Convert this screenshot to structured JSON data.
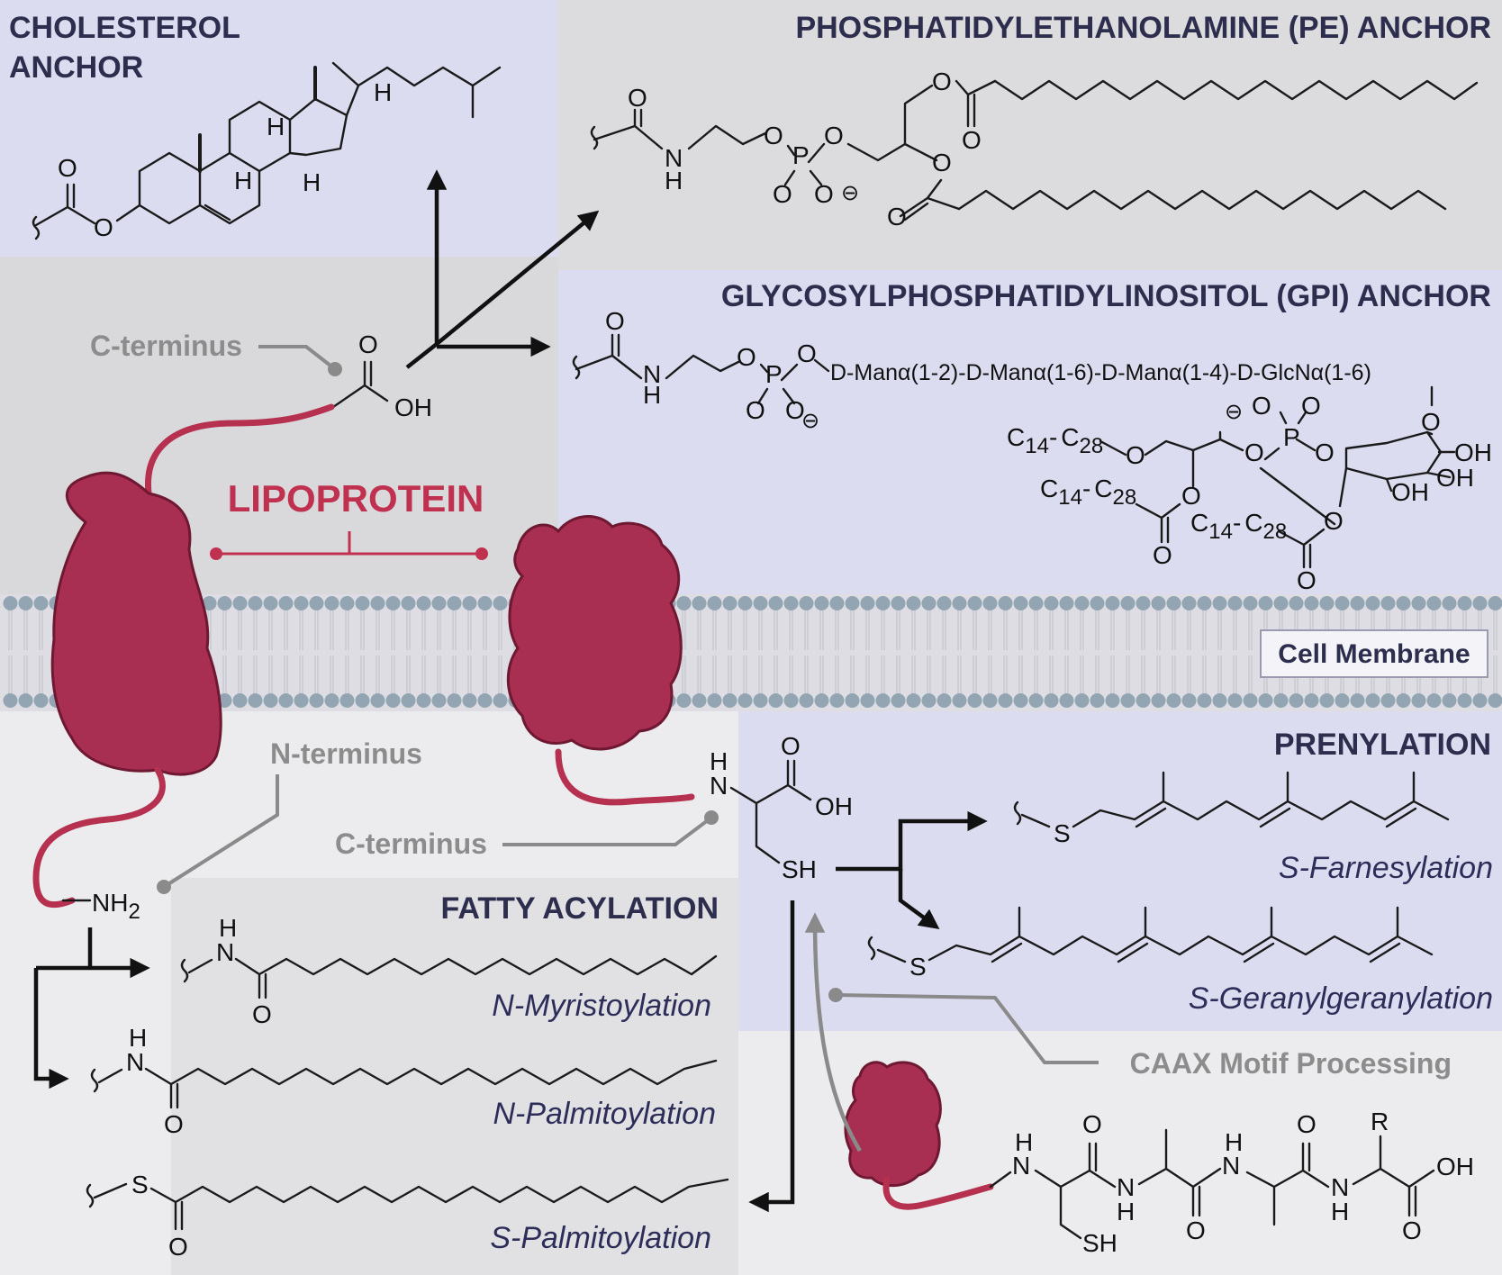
{
  "colors": {
    "panel_lavender": "#dcdcf0",
    "panel_grey_light": "#ececee",
    "background_grey": "#d9d9dc",
    "protein_fill": "#a82e52",
    "title_text": "#2d2d4d",
    "lipoprotein_label": "#c0304f",
    "membrane_bead": "#93a5b3",
    "membrane_tail": "#c4c4cc"
  },
  "panels": {
    "cholesterol": {
      "title_line1": "CHOLESTEROL",
      "title_line2": "ANCHOR"
    },
    "pe": {
      "title": "PHOSPHATIDYLETHANOLAMINE (PE) ANCHOR"
    },
    "gpi": {
      "title": "GLYCOSYLPHOSPHATIDYLINOSITOL (GPI) ANCHOR",
      "sugar_chain": "D-Manα(1-2)-D-Manα(1-6)-D-Manα(1-4)-D-GlcNα(1-6)"
    },
    "prenylation": {
      "title": "PRENYLATION"
    },
    "fatty_acylation": {
      "title": "FATTY ACYLATION"
    }
  },
  "labels": {
    "lipoprotein": "LIPOPROTEIN",
    "c_terminus_top": "C-terminus",
    "n_terminus": "N-terminus",
    "c_terminus_bottom": "C-terminus",
    "cell_membrane": "Cell Membrane",
    "caax": "CAAX Motif Processing"
  },
  "reactions": {
    "farnesylation": "S-Farnesylation",
    "geranylgeranylation": "S-Geranylgeranylation",
    "n_myristoylation": "N-Myristoylation",
    "n_palmitoylation": "N-Palmitoylation",
    "s_palmitoylation": "S-Palmitoylation"
  },
  "atoms": {
    "O": "O",
    "OH": "OH",
    "H": "H",
    "N": "N",
    "NH": "H",
    "P": "P",
    "S": "S",
    "SH": "SH",
    "R": "R",
    "minus": "⊖",
    "NH2": "NH"
  },
  "chain_labels": {
    "c14_c28": "C",
    "c14_sub": "14",
    "c28_sub": "28",
    "dash": "-"
  },
  "icons": {
    "membrane": "lipid-bilayer",
    "protein": "protein-blob",
    "wavy_bond": "attachment-squiggle"
  }
}
